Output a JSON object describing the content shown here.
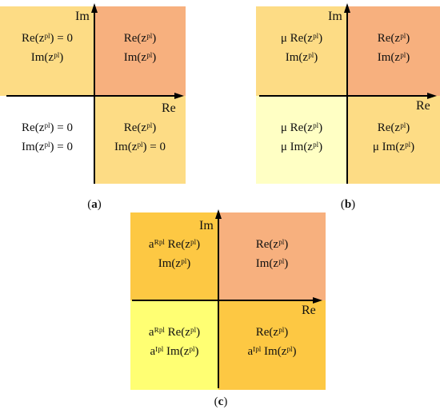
{
  "colors": {
    "orange": "#f7b07e",
    "light_orange": "#fddc85",
    "pale_yellow": "#ffffc4",
    "yellow": "#ffff73",
    "gold": "#fdc843",
    "white": "#ffffff"
  },
  "axes": {
    "im": "Im",
    "re": "Re"
  },
  "panels": {
    "a": {
      "caption_label": "a",
      "tl": {
        "line1": "Re(zᵖˡ) = 0",
        "line2": "Im(zᵖˡ)"
      },
      "tr": {
        "line1": "Re(zᵖˡ)",
        "line2": "Im(zᵖˡ)"
      },
      "bl": {
        "line1": "Re(zᵖˡ) = 0",
        "line2": "Im(zᵖˡ) = 0"
      },
      "br": {
        "line1": "Re(zᵖˡ)",
        "line2": "Im(zᵖˡ) = 0"
      }
    },
    "b": {
      "caption_label": "b",
      "tl": {
        "line1": "μ Re(zᵖˡ)",
        "line2": "Im(zᵖˡ)"
      },
      "tr": {
        "line1": "Re(zᵖˡ)",
        "line2": "Im(zᵖˡ)"
      },
      "bl": {
        "line1": "μ Re(zᵖˡ)",
        "line2": "μ Im(zᵖˡ)"
      },
      "br": {
        "line1": "Re(zᵖˡ)",
        "line2": "μ Im(zᵖˡ)"
      }
    },
    "c": {
      "caption_label": "c",
      "tl": {
        "line1": "aᴿᵖˡ Re(zᵖˡ)",
        "line2": "Im(zᵖˡ)"
      },
      "tr": {
        "line1": "Re(zᵖˡ)",
        "line2": "Im(zᵖˡ)"
      },
      "bl": {
        "line1": "aᴿᵖˡ Re(zᵖˡ)",
        "line2": "aᴵᵖˡ Im(zᵖˡ)"
      },
      "br": {
        "line1": "Re(zᵖˡ)",
        "line2": "aᴵᵖˡ Im(zᵖˡ)"
      }
    }
  }
}
